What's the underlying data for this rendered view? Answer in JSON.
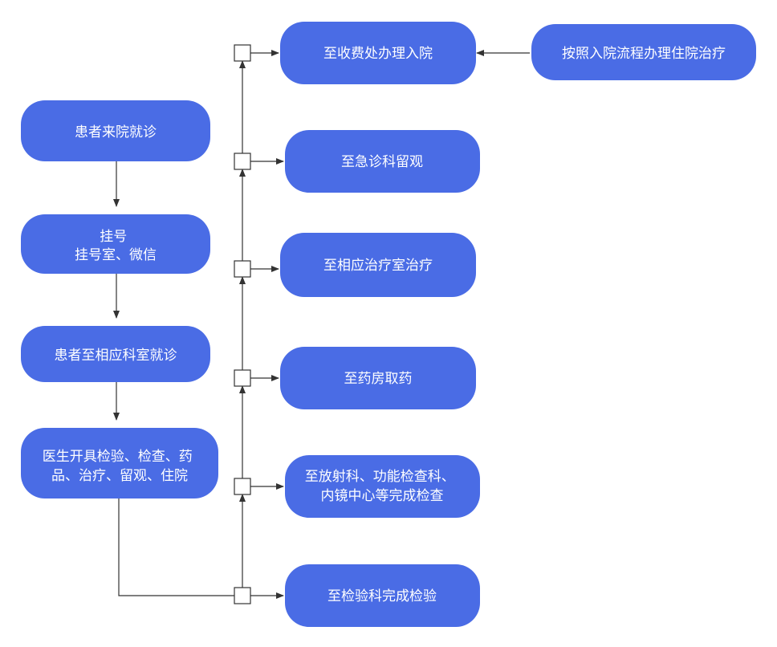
{
  "colors": {
    "node_fill": "#4a6ce5",
    "node_text": "#ffffff",
    "connector": "#333333",
    "junction_fill": "#ffffff",
    "background": "#ffffff"
  },
  "nodes": {
    "patient_arrives": {
      "lines": [
        "患者来院就诊"
      ]
    },
    "registration": {
      "lines": [
        "挂号",
        "挂号室、微信"
      ]
    },
    "department_visit": {
      "lines": [
        "患者至相应科室就诊"
      ]
    },
    "doctor_orders": {
      "lines": [
        "医生开具检验、检查、药",
        "品、治疗、留观、住院"
      ]
    },
    "admission_billing": {
      "lines": [
        "至收费处办理入院"
      ]
    },
    "inpatient_process": {
      "lines": [
        "按照入院流程办理住院治疗"
      ]
    },
    "emergency_observation": {
      "lines": [
        "至急诊科留观"
      ]
    },
    "treatment_room": {
      "lines": [
        "至相应治疗室治疗"
      ]
    },
    "pharmacy": {
      "lines": [
        "至药房取药"
      ]
    },
    "radiology_exam": {
      "lines": [
        "至放射科、功能检查科、",
        "内镜中心等完成检查"
      ]
    },
    "lab_test": {
      "lines": [
        "至检验科完成检验"
      ]
    }
  }
}
